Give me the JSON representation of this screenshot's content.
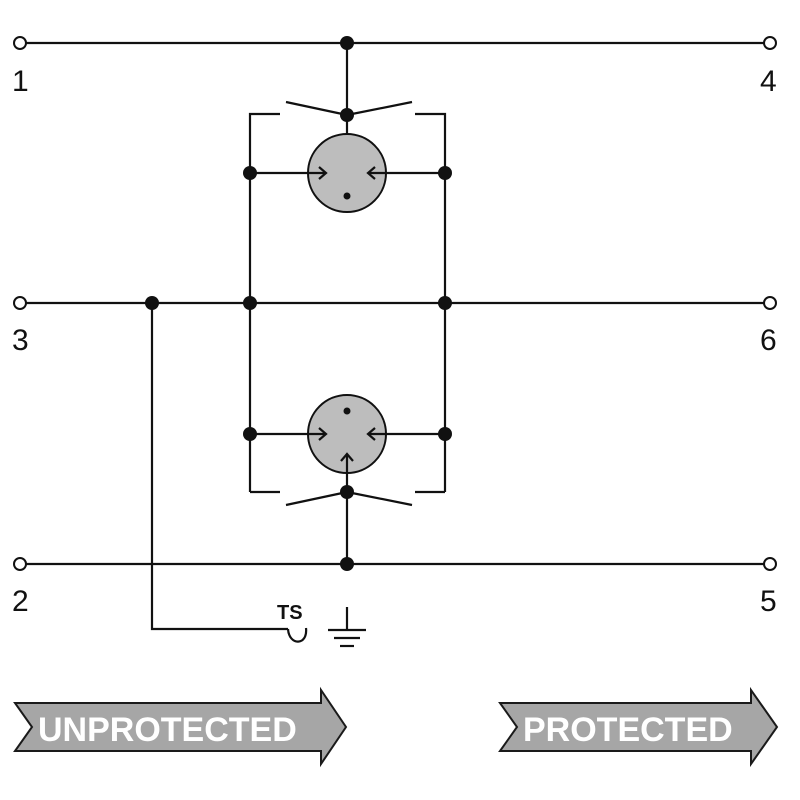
{
  "terminals": {
    "t1": "1",
    "t2": "2",
    "t3": "3",
    "t4": "4",
    "t5": "5",
    "t6": "6"
  },
  "thermal_switch_label": "TS",
  "arrows": {
    "unprotected": "UNPROTECTED",
    "protected": "PROTECTED"
  },
  "colors": {
    "line": "#111111",
    "tube_fill": "#bdbdbd",
    "arrow_fill": "#a6a6a6",
    "arrow_text": "#ffffff"
  }
}
